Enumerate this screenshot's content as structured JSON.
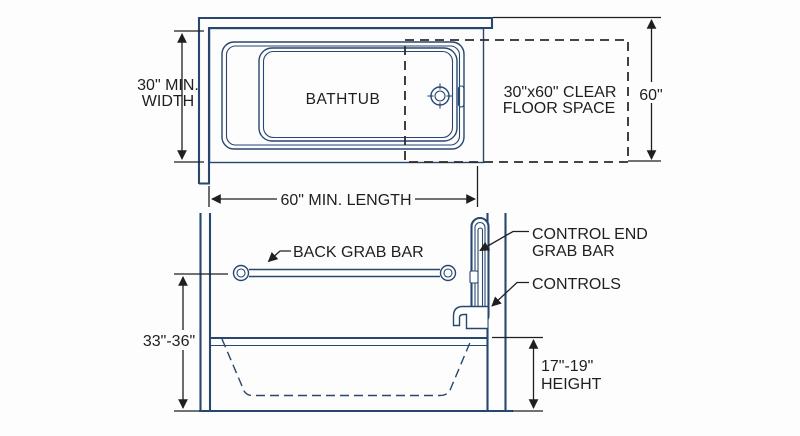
{
  "colors": {
    "line": "#27476e",
    "dim": "#1f1f1f",
    "background": "#fdfdfd"
  },
  "plan": {
    "bathtub": "BATHTUB",
    "clear_floor_line1": "30\"x60\" CLEAR",
    "clear_floor_line2": "FLOOR SPACE",
    "width_line1": "30\" MIN.",
    "width_line2": "WIDTH",
    "length_dim": "60\" MIN. LENGTH",
    "right_dim": "60\""
  },
  "elevation": {
    "back_grab_bar": "BACK GRAB BAR",
    "control_end_line1": "CONTROL END",
    "control_end_line2": "GRAB BAR",
    "controls": "CONTROLS",
    "grab_bar_height_dim": "33\"-36\"",
    "tub_height_dim_line1": "17\"-19\"",
    "tub_height_dim_line2": "HEIGHT"
  }
}
